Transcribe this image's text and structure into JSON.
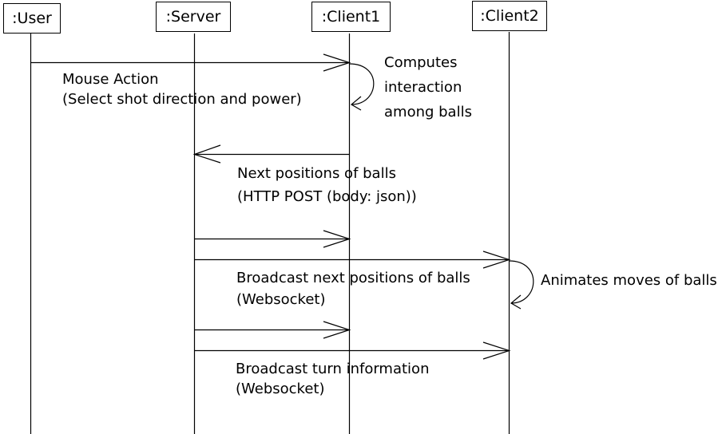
{
  "lifelines": {
    "user": ":User",
    "server": ":Server",
    "client1": ":Client1",
    "client2": ":Client2"
  },
  "messages": {
    "mouse_action": [
      "Mouse Action",
      "(Select shot direction and power)"
    ],
    "next_positions": [
      "Next positions of balls",
      "(HTTP POST (body: json))"
    ],
    "broadcast_positions": [
      "Broadcast next positions of balls",
      "(Websocket)"
    ],
    "broadcast_turn": [
      "Broadcast turn information",
      "(Websocket)"
    ]
  },
  "self_calls": {
    "computes": [
      "Computes",
      "interaction",
      "among balls"
    ],
    "animates": "Animates moves of balls"
  }
}
